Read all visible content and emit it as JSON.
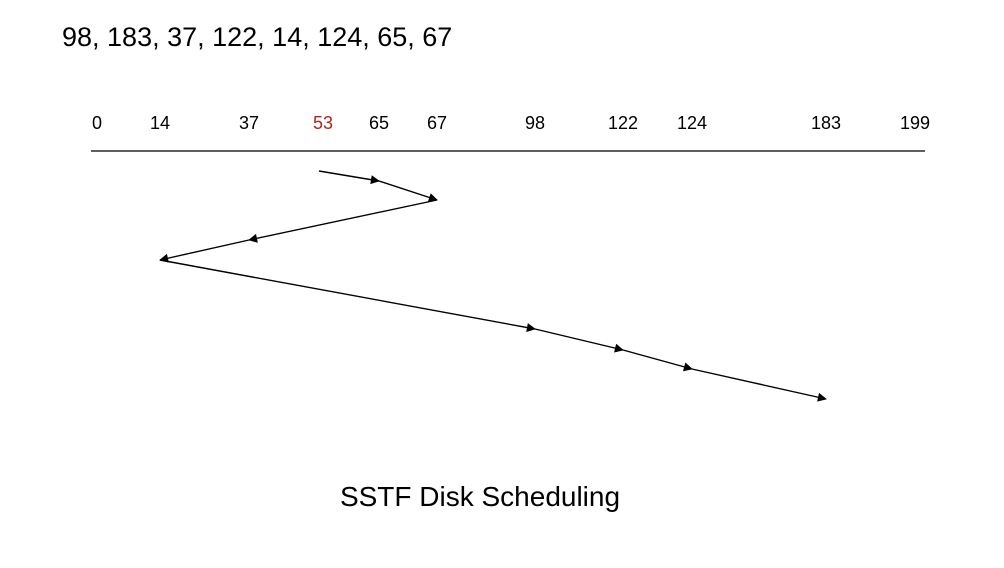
{
  "request_queue": "98, 183, 37, 122, 14, 124, 65, 67",
  "caption": "SSTF Disk Scheduling",
  "axis": {
    "tracks": [
      0,
      14,
      37,
      53,
      65,
      67,
      98,
      122,
      124,
      183,
      199
    ],
    "labels": [
      "0",
      "14",
      "37",
      "53",
      "65",
      "67",
      "98",
      "122",
      "124",
      "183",
      "199"
    ],
    "head_start": 53,
    "head_color": "#b0261e"
  },
  "service_order": [
    53,
    65,
    67,
    37,
    14,
    98,
    122,
    124,
    183
  ]
}
